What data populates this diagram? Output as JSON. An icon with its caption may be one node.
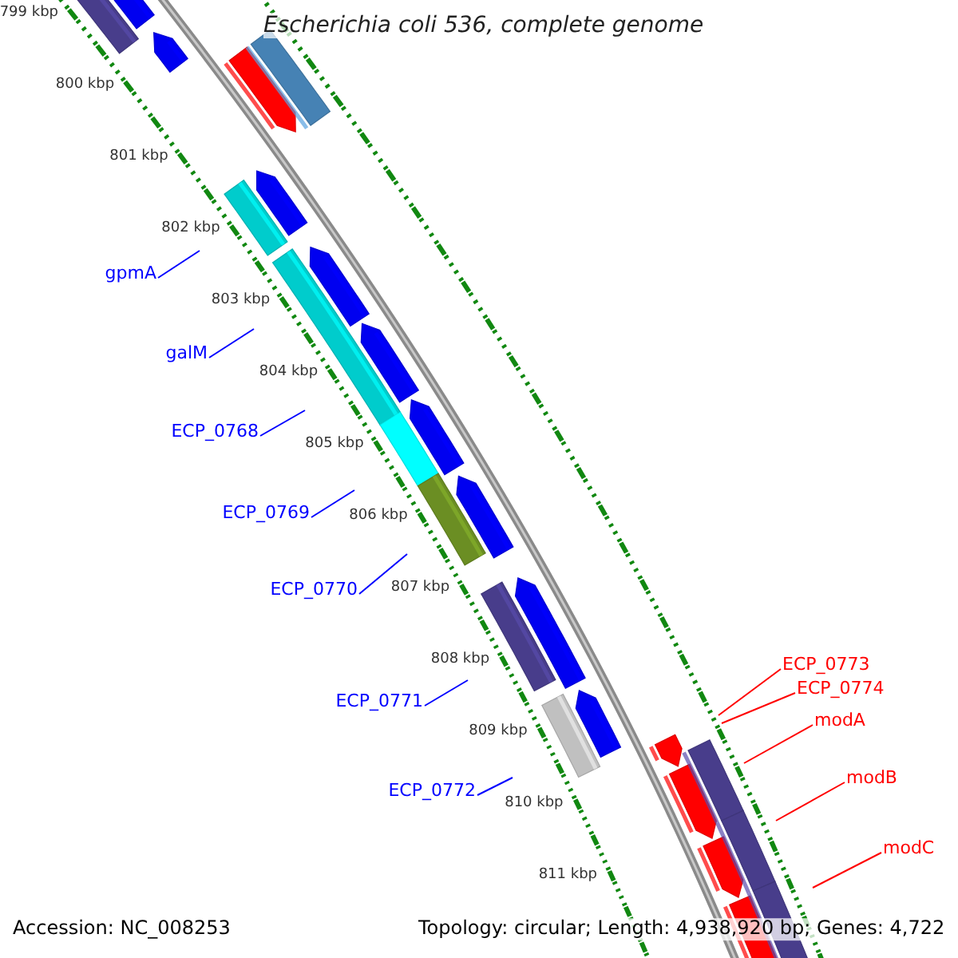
{
  "diagram": {
    "title": "Escherichia coli 536, complete genome",
    "nodes": [
      {
        "text": [
          "gpmA"
        ]
      },
      {
        "text": [
          "galM"
        ]
      },
      {
        "text": [
          "ECP_0768"
        ]
      },
      {
        "text": [
          "ECP_0769"
        ]
      },
      {
        "text": [
          "ECP_0770"
        ]
      },
      {
        "text": [
          "ECP_0771"
        ]
      },
      {
        "text": [
          "ECP_0772"
        ]
      },
      {
        "text": [
          "ECP_0773"
        ]
      },
      {
        "text": [
          "ECP_0774"
        ]
      },
      {
        "text": [
          "modA"
        ]
      },
      {
        "text": [
          "modB"
        ]
      },
      {
        "text": [
          "modC"
        ]
      }
    ],
    "edges": [
      {
        "from": 0,
        "to": null,
        "arrow": "none"
      },
      {
        "from": 1,
        "to": null,
        "arrow": "none"
      },
      {
        "from": 2,
        "to": null,
        "arrow": "none"
      },
      {
        "from": 3,
        "to": null,
        "arrow": "none"
      },
      {
        "from": 4,
        "to": null,
        "arrow": "none"
      },
      {
        "from": 5,
        "to": null,
        "arrow": "none"
      },
      {
        "from": 6,
        "to": null,
        "arrow": "none"
      },
      {
        "from": 7,
        "to": null,
        "arrow": "none",
        "color": "#ff0000"
      },
      {
        "from": 8,
        "to": null,
        "arrow": "none",
        "color": "#ff0000"
      },
      {
        "from": 9,
        "to": null,
        "arrow": "none",
        "color": "#ff0000"
      },
      {
        "from": 10,
        "to": null,
        "arrow": "none",
        "color": "#ff0000"
      },
      {
        "from": 11,
        "to": null,
        "arrow": "none",
        "color": "#ff0000"
      }
    ],
    "labels": [
      "799 kbp",
      "800 kbp",
      "801 kbp",
      "802 kbp",
      "803 kbp",
      "804 kbp",
      "805 kbp",
      "806 kbp",
      "807 kbp",
      "808 kbp",
      "809 kbp",
      "810 kbp",
      "811 kbp",
      "Accession: NC_008253",
      "Topology: circular; Length: 4,938,920 bp; Genes: 4,722"
    ]
  }
}
